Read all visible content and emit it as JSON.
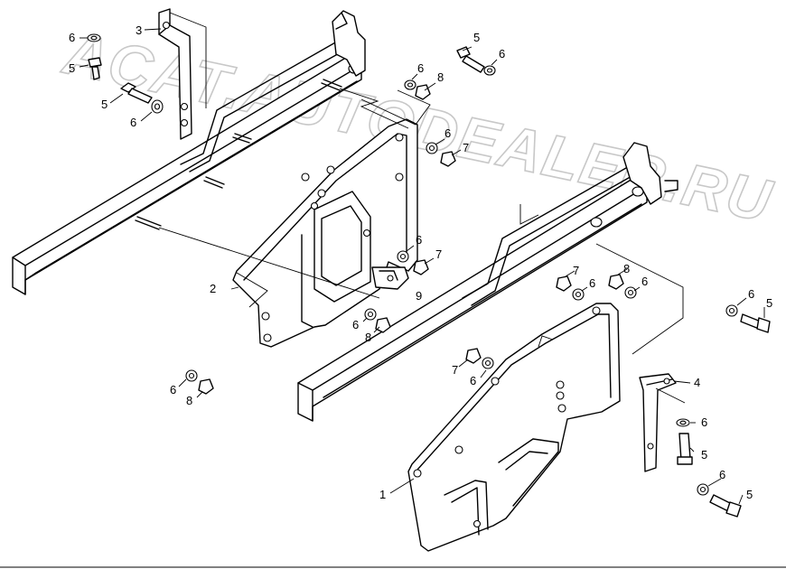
{
  "watermark": {
    "text": "ACAT.AUTODEALER.RU"
  },
  "callouts": [
    {
      "id": "c-3a",
      "label": "3"
    },
    {
      "id": "c-6a",
      "label": "6"
    },
    {
      "id": "c-5a",
      "label": "5"
    },
    {
      "id": "c-5b",
      "label": "5"
    },
    {
      "id": "c-6b",
      "label": "6"
    },
    {
      "id": "c-5c",
      "label": "5"
    },
    {
      "id": "c-6c",
      "label": "6"
    },
    {
      "id": "c-6d",
      "label": "6"
    },
    {
      "id": "c-8a",
      "label": "8"
    },
    {
      "id": "c-6e",
      "label": "6"
    },
    {
      "id": "c-7a",
      "label": "7"
    },
    {
      "id": "c-6f",
      "label": "6"
    },
    {
      "id": "c-7b",
      "label": "7"
    },
    {
      "id": "c-9",
      "label": "9"
    },
    {
      "id": "c-2",
      "label": "2"
    },
    {
      "id": "c-6g",
      "label": "6"
    },
    {
      "id": "c-8b",
      "label": "8"
    },
    {
      "id": "c-6h",
      "label": "6"
    },
    {
      "id": "c-8c",
      "label": "8"
    },
    {
      "id": "c-7c",
      "label": "7"
    },
    {
      "id": "c-6i",
      "label": "6"
    },
    {
      "id": "c-8d",
      "label": "8"
    },
    {
      "id": "c-6j",
      "label": "6"
    },
    {
      "id": "c-6k",
      "label": "6"
    },
    {
      "id": "c-5d",
      "label": "5"
    },
    {
      "id": "c-7d",
      "label": "7"
    },
    {
      "id": "c-6l",
      "label": "6"
    },
    {
      "id": "c-4",
      "label": "4"
    },
    {
      "id": "c-6m",
      "label": "6"
    },
    {
      "id": "c-5e",
      "label": "5"
    },
    {
      "id": "c-6n",
      "label": "6"
    },
    {
      "id": "c-5f",
      "label": "5"
    },
    {
      "id": "c-1",
      "label": "1"
    }
  ]
}
